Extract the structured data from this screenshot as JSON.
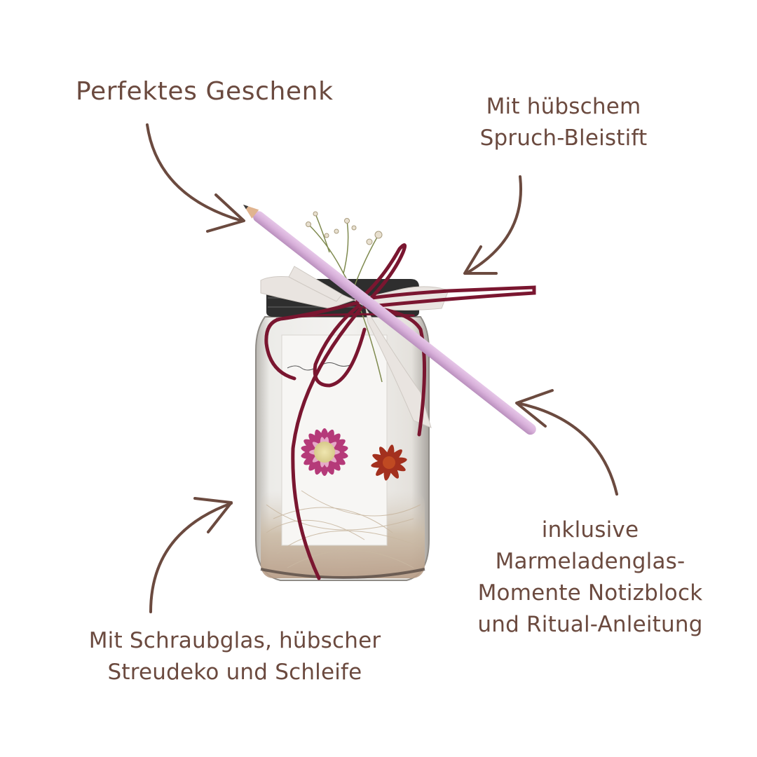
{
  "image": {
    "description": "Product photo of a decorated glass jar gift with annotations",
    "background_color": "#ffffff",
    "text_color": "#6b4a3f",
    "arrow_color": "#6b4a3f"
  },
  "annotations": {
    "title": {
      "lines": [
        "Perfektes Geschenk"
      ]
    },
    "pencil": {
      "lines": [
        "Mit hübschem",
        "Spruch-Bleistift"
      ]
    },
    "notebook": {
      "lines": [
        "inklusive",
        "Marmeladenglas-",
        "Momente Notizblock",
        "und Ritual-Anleitung"
      ]
    },
    "jar": {
      "lines": [
        "Mit Schraubglas, hübscher",
        "Streudeko und Schleife"
      ]
    }
  },
  "product": {
    "items": [
      "screw-top glass jar",
      "lilac pencil",
      "burgundy satin ribbon",
      "cream satin ribbon",
      "dried pink strawflower",
      "dried red strawflower",
      "gypsophila sprig",
      "sisal filling",
      "notepad"
    ],
    "colors": {
      "pencil": "#d9b3dc",
      "ribbon_burgundy": "#7a1630",
      "ribbon_cream": "#e9e4e0",
      "lid": "#2e2e2e",
      "flower_pink": "#b53a79",
      "flower_red": "#a3301e",
      "sisal": "#cbbba6"
    }
  }
}
